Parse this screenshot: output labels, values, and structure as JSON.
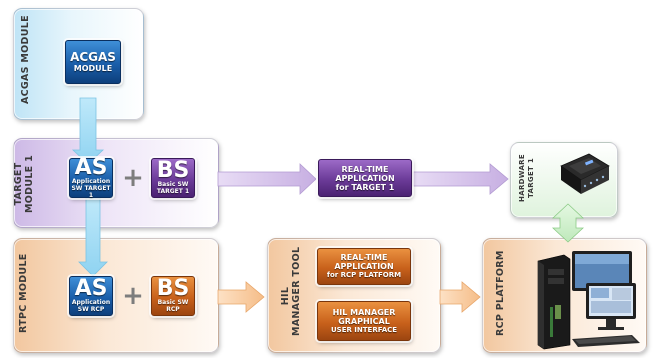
{
  "panels": {
    "acgas": {
      "label": "ACGAS MODULE"
    },
    "target": {
      "label_line1": "TARGET",
      "label_line2": "MODULE 1"
    },
    "rtpc": {
      "label": "RTPC MODULE"
    },
    "hil": {
      "label_line1": "HIL",
      "label_line2": "MANAGER TOOL"
    },
    "rcp": {
      "label": "RCP PLATFORM"
    },
    "hardware": {
      "label_line1": "HARDWARE",
      "label_line2": "TARGET 1"
    }
  },
  "boxes": {
    "acgas_module": {
      "line1": "ACGAS",
      "line2": "MODULE"
    },
    "as_target": {
      "big": "AS",
      "line1": "Application",
      "line2": "SW TARGET 1"
    },
    "bs_target": {
      "big": "BS",
      "line1": "Basic SW",
      "line2": "TARGET 1"
    },
    "rt_target": {
      "line1": "REAL-TIME",
      "line2": "APPLICATION",
      "line3": "for TARGET 1"
    },
    "as_rcp": {
      "big": "AS",
      "line1": "Application",
      "line2": "SW RCP"
    },
    "bs_rcp": {
      "big": "BS",
      "line1": "Basic SW",
      "line2": "RCP"
    },
    "rt_rcp": {
      "line1": "REAL-TIME",
      "line2": "APPLICATION",
      "line3": "for RCP PLATFORM"
    },
    "hil_gui": {
      "line1": "HIL MANAGER",
      "line2": "GRAPHICAL",
      "line3": "USER INTERFACE"
    }
  },
  "plus_sign": "+",
  "colors": {
    "blue_panel": "#bfe4f6",
    "purple_panel": "#cdb9e6",
    "orange_panel": "#f2c79f",
    "green_panel": "#dff3dd",
    "blue_box": "#1a5ea9",
    "purple_box": "#6b3b98",
    "orange_box": "#c8611b"
  }
}
